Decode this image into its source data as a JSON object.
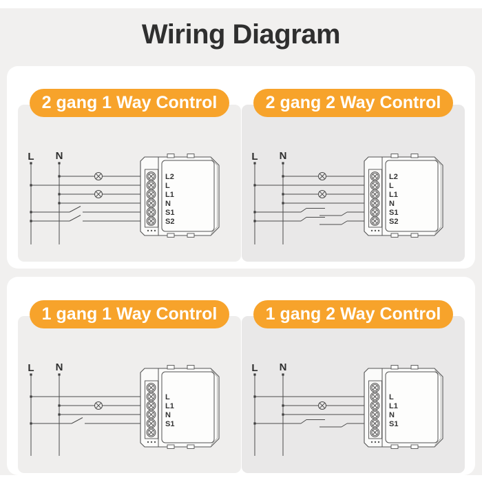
{
  "page": {
    "title": "Wiring Diagram",
    "colors": {
      "background": "#f1f0ef",
      "card": "#ffffff",
      "panel_left": "#efeeed",
      "panel_right": "#e9e8e8",
      "accent_orange": "#f7a32b",
      "pill_text": "#ffffff",
      "title_text": "#2f2f2f",
      "wire": "#4a4a4a"
    }
  },
  "panels": [
    {
      "title": "2 gang 1 Way Control",
      "live_label": "L",
      "neutral_label": "N",
      "terminals": [
        "L2",
        "L",
        "L1",
        "N",
        "S1",
        "S2"
      ],
      "lamp_count": 2,
      "switch_type": "1-way"
    },
    {
      "title": "2 gang 2 Way Control",
      "live_label": "L",
      "neutral_label": "N",
      "terminals": [
        "L2",
        "L",
        "L1",
        "N",
        "S1",
        "S2"
      ],
      "lamp_count": 2,
      "switch_type": "2-way"
    },
    {
      "title": "1 gang 1 Way Control",
      "live_label": "L",
      "neutral_label": "N",
      "terminals": [
        "L",
        "L1",
        "N",
        "S1"
      ],
      "lamp_count": 1,
      "switch_type": "1-way"
    },
    {
      "title": "1 gang 2 Way Control",
      "live_label": "L",
      "neutral_label": "N",
      "terminals": [
        "L",
        "L1",
        "N",
        "S1"
      ],
      "lamp_count": 1,
      "switch_type": "2-way"
    }
  ]
}
